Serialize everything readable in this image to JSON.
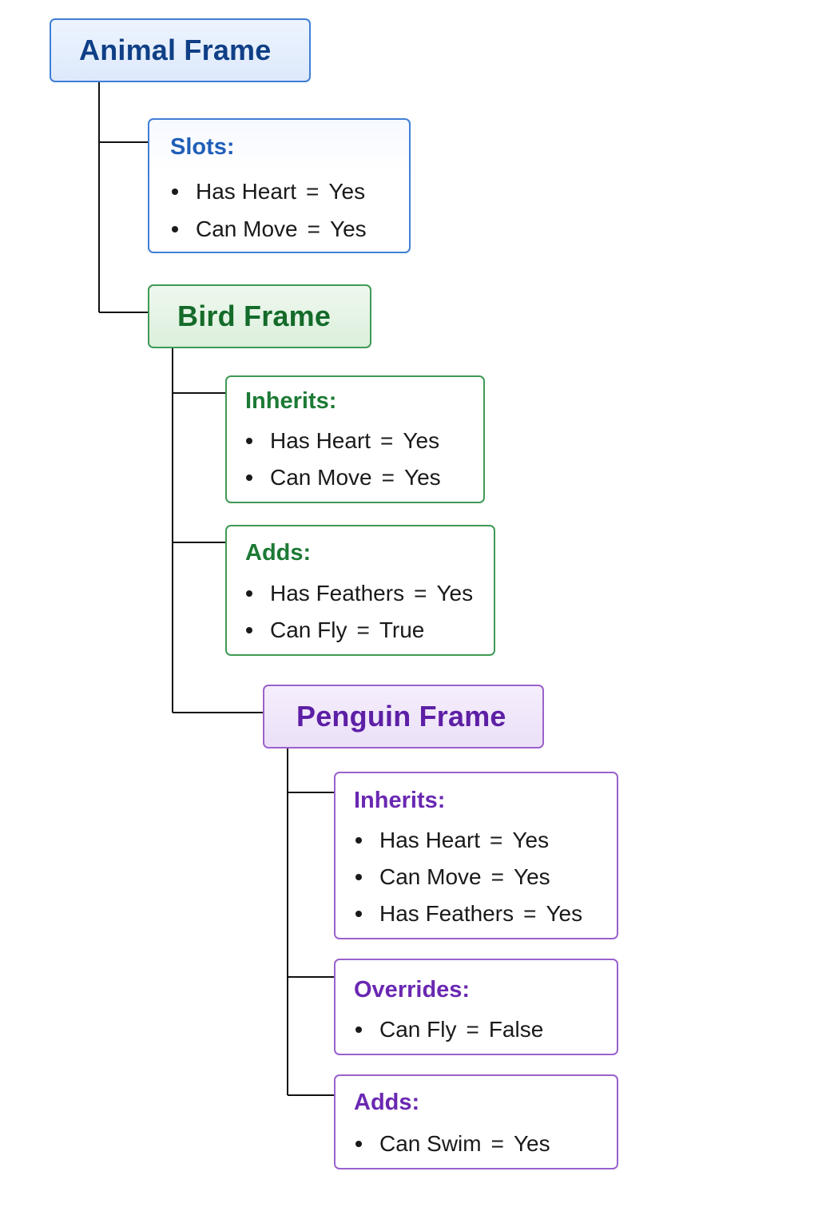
{
  "animal": {
    "title": "Animal Frame",
    "slots": {
      "heading": "Slots:",
      "items": [
        {
          "name": "Has Heart",
          "eq": "=",
          "value": "Yes"
        },
        {
          "name": "Can Move",
          "eq": "=",
          "value": "Yes"
        }
      ]
    }
  },
  "bird": {
    "title": "Bird Frame",
    "inherits": {
      "heading": "Inherits:",
      "items": [
        {
          "name": "Has Heart",
          "eq": "=",
          "value": "Yes"
        },
        {
          "name": "Can Move",
          "eq": "=",
          "value": "Yes"
        }
      ]
    },
    "adds": {
      "heading": "Adds:",
      "items": [
        {
          "name": "Has Feathers",
          "eq": "=",
          "value": "Yes"
        },
        {
          "name": "Can Fly",
          "eq": "=",
          "value": "True"
        }
      ]
    }
  },
  "penguin": {
    "title": "Penguin Frame",
    "inherits": {
      "heading": "Inherits:",
      "items": [
        {
          "name": "Has Heart",
          "eq": "=",
          "value": "Yes"
        },
        {
          "name": "Can Move",
          "eq": "=",
          "value": "Yes"
        },
        {
          "name": "Has Feathers",
          "eq": "=",
          "value": "Yes"
        }
      ]
    },
    "overrides": {
      "heading": "Overrides:",
      "items": [
        {
          "name": "Can Fly",
          "eq": "=",
          "value": "False"
        }
      ]
    },
    "adds": {
      "heading": "Adds:",
      "items": [
        {
          "name": "Can Swim",
          "eq": "=",
          "value": "Yes"
        }
      ]
    }
  },
  "colors": {
    "blue_border": "#3f7fd6",
    "green_border": "#3f9a55",
    "purple_border": "#9a62cc",
    "connector": "#111111"
  }
}
